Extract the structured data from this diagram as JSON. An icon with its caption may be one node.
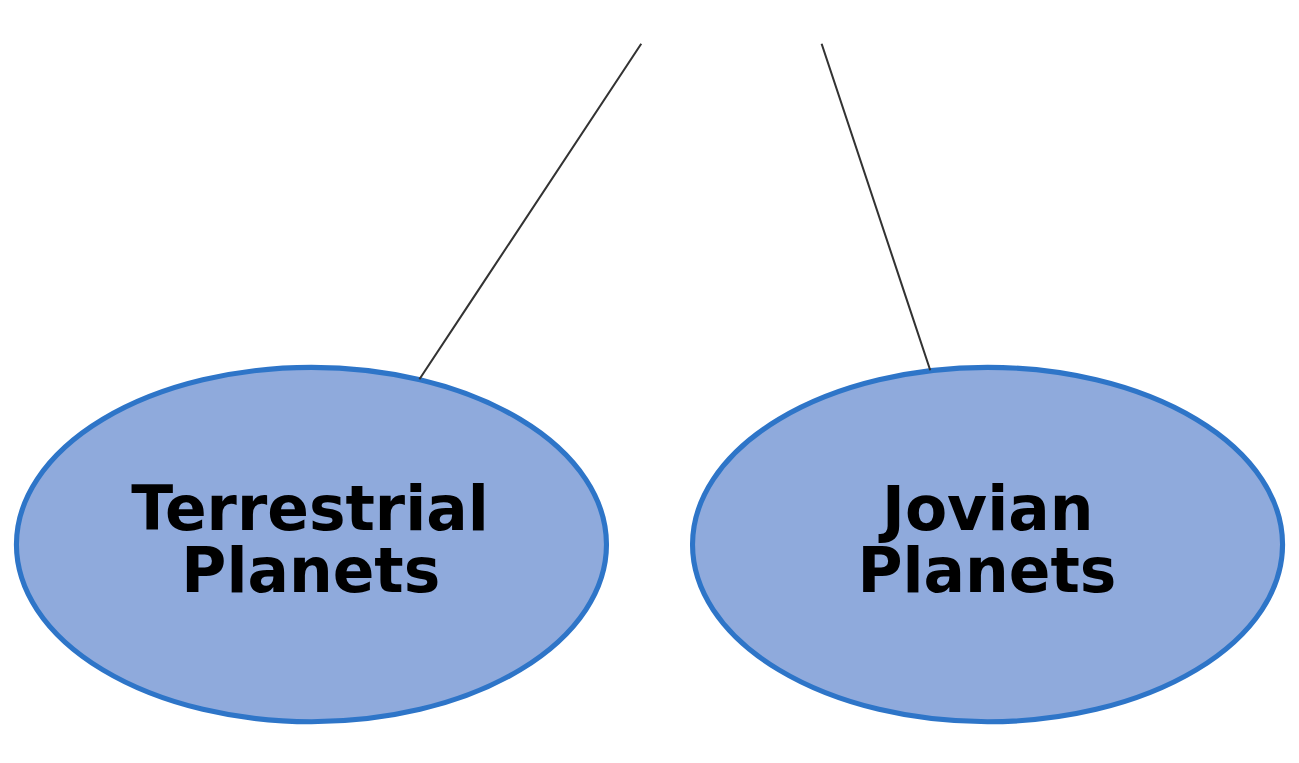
{
  "diagram": {
    "nodes": [
      {
        "text": [
          "Terrestrial Planets"
        ]
      },
      {
        "text": [
          "Jovian Planets"
        ]
      }
    ],
    "edges": [
      {
        "from": null,
        "to": 0,
        "arrow": "none"
      },
      {
        "from": null,
        "to": 1,
        "arrow": "none"
      }
    ]
  }
}
